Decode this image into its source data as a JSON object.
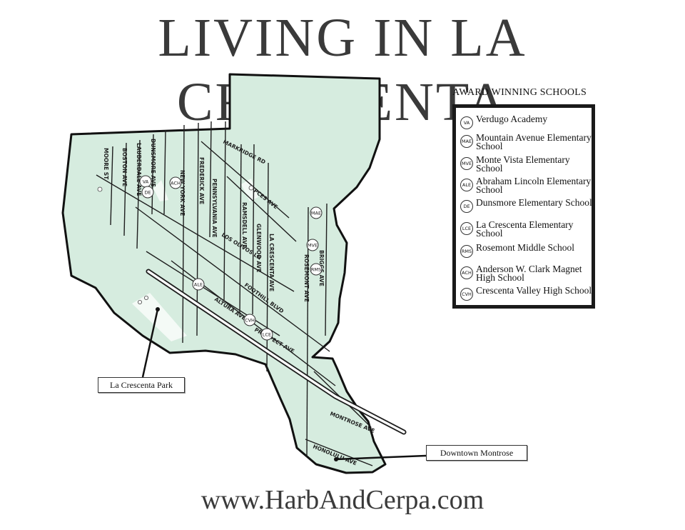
{
  "title": "LIVING IN LA CRESCENTA",
  "website": "www.HarbAndCerpa.com",
  "colors": {
    "land": "#d6ecdf",
    "outline": "#111111",
    "street": "#1e1e1e"
  },
  "legend": {
    "heading": "AWARD WINNING SCHOOLS",
    "items": [
      {
        "code": "VA",
        "name": "Verdugo Academy"
      },
      {
        "code": "MAE",
        "name": "Mountain Avenue Elementary School"
      },
      {
        "code": "MVE",
        "name": "Monte Vista Elementary School"
      },
      {
        "code": "ALE",
        "name": "Abraham Lincoln Elementary School"
      },
      {
        "code": "DE",
        "name": "Dunsmore Elementary School"
      },
      {
        "code": "LCE",
        "name": "La Crescenta Elementary School"
      },
      {
        "code": "RMS",
        "name": "Rosemont Middle School"
      },
      {
        "code": "ACH",
        "name": "Anderson W. Clark Magnet High School"
      },
      {
        "code": "CVH",
        "name": "Crescenta Valley High School"
      }
    ]
  },
  "callouts": {
    "park": "La Crescenta Park",
    "montrose": "Downtown Montrose"
  },
  "streets": {
    "moore": "MOORE ST",
    "boston": "BOSTON AVE",
    "lauderdale": "LAUDERDALE AVE",
    "dunsmore": "DUNSMORE AVE",
    "new_york": "NEW YORK AVE",
    "frederick": "FREDERICK AVE",
    "pennsylvania": "PENNSYLVANIA AVE",
    "ramsdell": "RAMSDELL AVE",
    "glenwood": "GLENWOOD AVE",
    "la_crescenta": "LA CRESCENTA AVE",
    "briggs": "BRIGGS AVE",
    "rosemont": "ROSEMONT AVE",
    "markridge": "MARKRIDGE RD",
    "pces": "PCES AVE",
    "los_olivos": "LOS OLIVOS LN",
    "foothill": "FOOTHILL BLVD",
    "altura": "ALTURA AVE",
    "prospect": "PROSPECT AVE",
    "montrose": "MONTROSE AVE",
    "honolulu": "HONOLULU AVE"
  },
  "map_schools": [
    {
      "code": "VA"
    },
    {
      "code": "DE"
    },
    {
      "code": "ACH"
    },
    {
      "code": "MAE"
    },
    {
      "code": "MVE"
    },
    {
      "code": "RMS"
    },
    {
      "code": "ALE"
    },
    {
      "code": "CVH"
    },
    {
      "code": "LCE"
    }
  ]
}
